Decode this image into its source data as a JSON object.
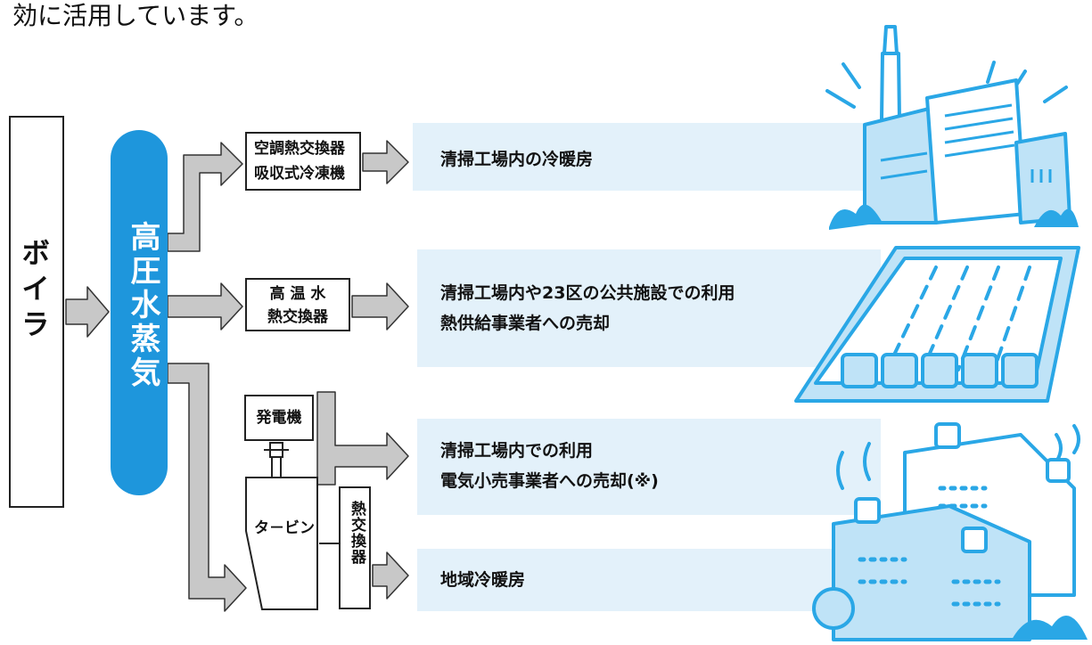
{
  "intro_text": "効に活用しています。",
  "boiler": {
    "label": "ボイラ"
  },
  "steam": {
    "label": "高圧水蒸気"
  },
  "equipment": {
    "hx1_line1": "空調熱交換器",
    "hx1_line2": "吸収式冷凍機",
    "hx2_line1": "高 温 水",
    "hx2_line2": "熱交換器",
    "generator": "発電機",
    "turbine": "タ－ビン",
    "hx3": "熱交換器"
  },
  "uses": {
    "u1": "清掃工場内の冷暖房",
    "u2_line1": "清掃工場内や23区の公共施設での利用",
    "u2_line2": "熱供給事業者への売却",
    "u3_line1": "清掃工場内での利用",
    "u3_line2": "電気小売事業者への売却(※)",
    "u4": "地域冷暖房"
  },
  "colors": {
    "steam_blue": "#1e96dc",
    "panel_blue": "#e3f1fa",
    "arrow_gray": "#c8c8c8",
    "illustration_blue": "#2aa7e6",
    "illustration_fill": "#bfe3f7"
  },
  "illustrations": [
    "factory-illustration",
    "pool-illustration",
    "facility-illustration"
  ]
}
